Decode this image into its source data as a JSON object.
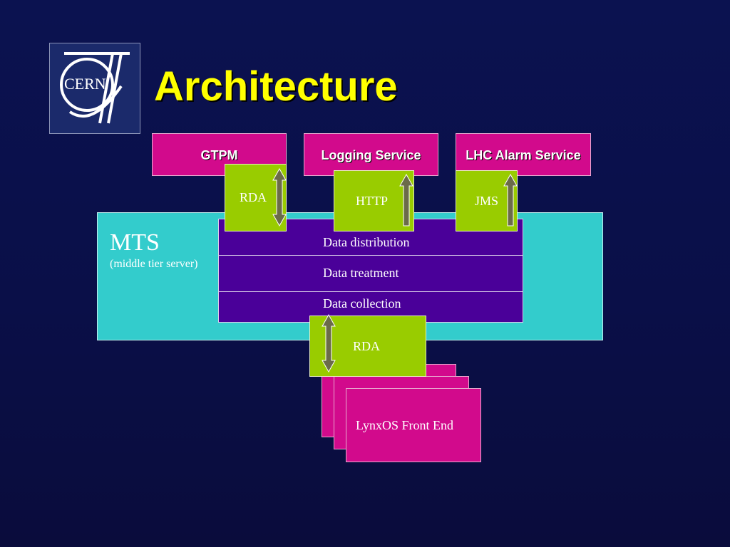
{
  "slide": {
    "title": "Architecture",
    "logo_text": "CERN"
  },
  "services": [
    {
      "label": "GTPM"
    },
    {
      "label": "Logging Service"
    },
    {
      "label": "LHC Alarm Service"
    }
  ],
  "protocols_top": [
    {
      "label": "RDA",
      "arrow": "bidirectional"
    },
    {
      "label": "HTTP",
      "arrow": "up"
    },
    {
      "label": "JMS",
      "arrow": "up"
    }
  ],
  "mts": {
    "title": "MTS",
    "subtitle": "(middle tier server)",
    "layers": [
      {
        "label": "Data distribution"
      },
      {
        "label": "Data treatment"
      },
      {
        "label": "Data collection"
      }
    ]
  },
  "protocol_bottom": {
    "label": "RDA",
    "arrow": "bidirectional"
  },
  "front_ends": {
    "label": "LynxOS Front End",
    "stack_count": 3
  },
  "colors": {
    "background": "#0b1250",
    "title": "#ffff00",
    "service_box": "#d20a8c",
    "protocol_box": "#99cc00",
    "mts_panel": "#33cccc",
    "layer": "#4a0099",
    "arrow": "#6b6b4a"
  }
}
